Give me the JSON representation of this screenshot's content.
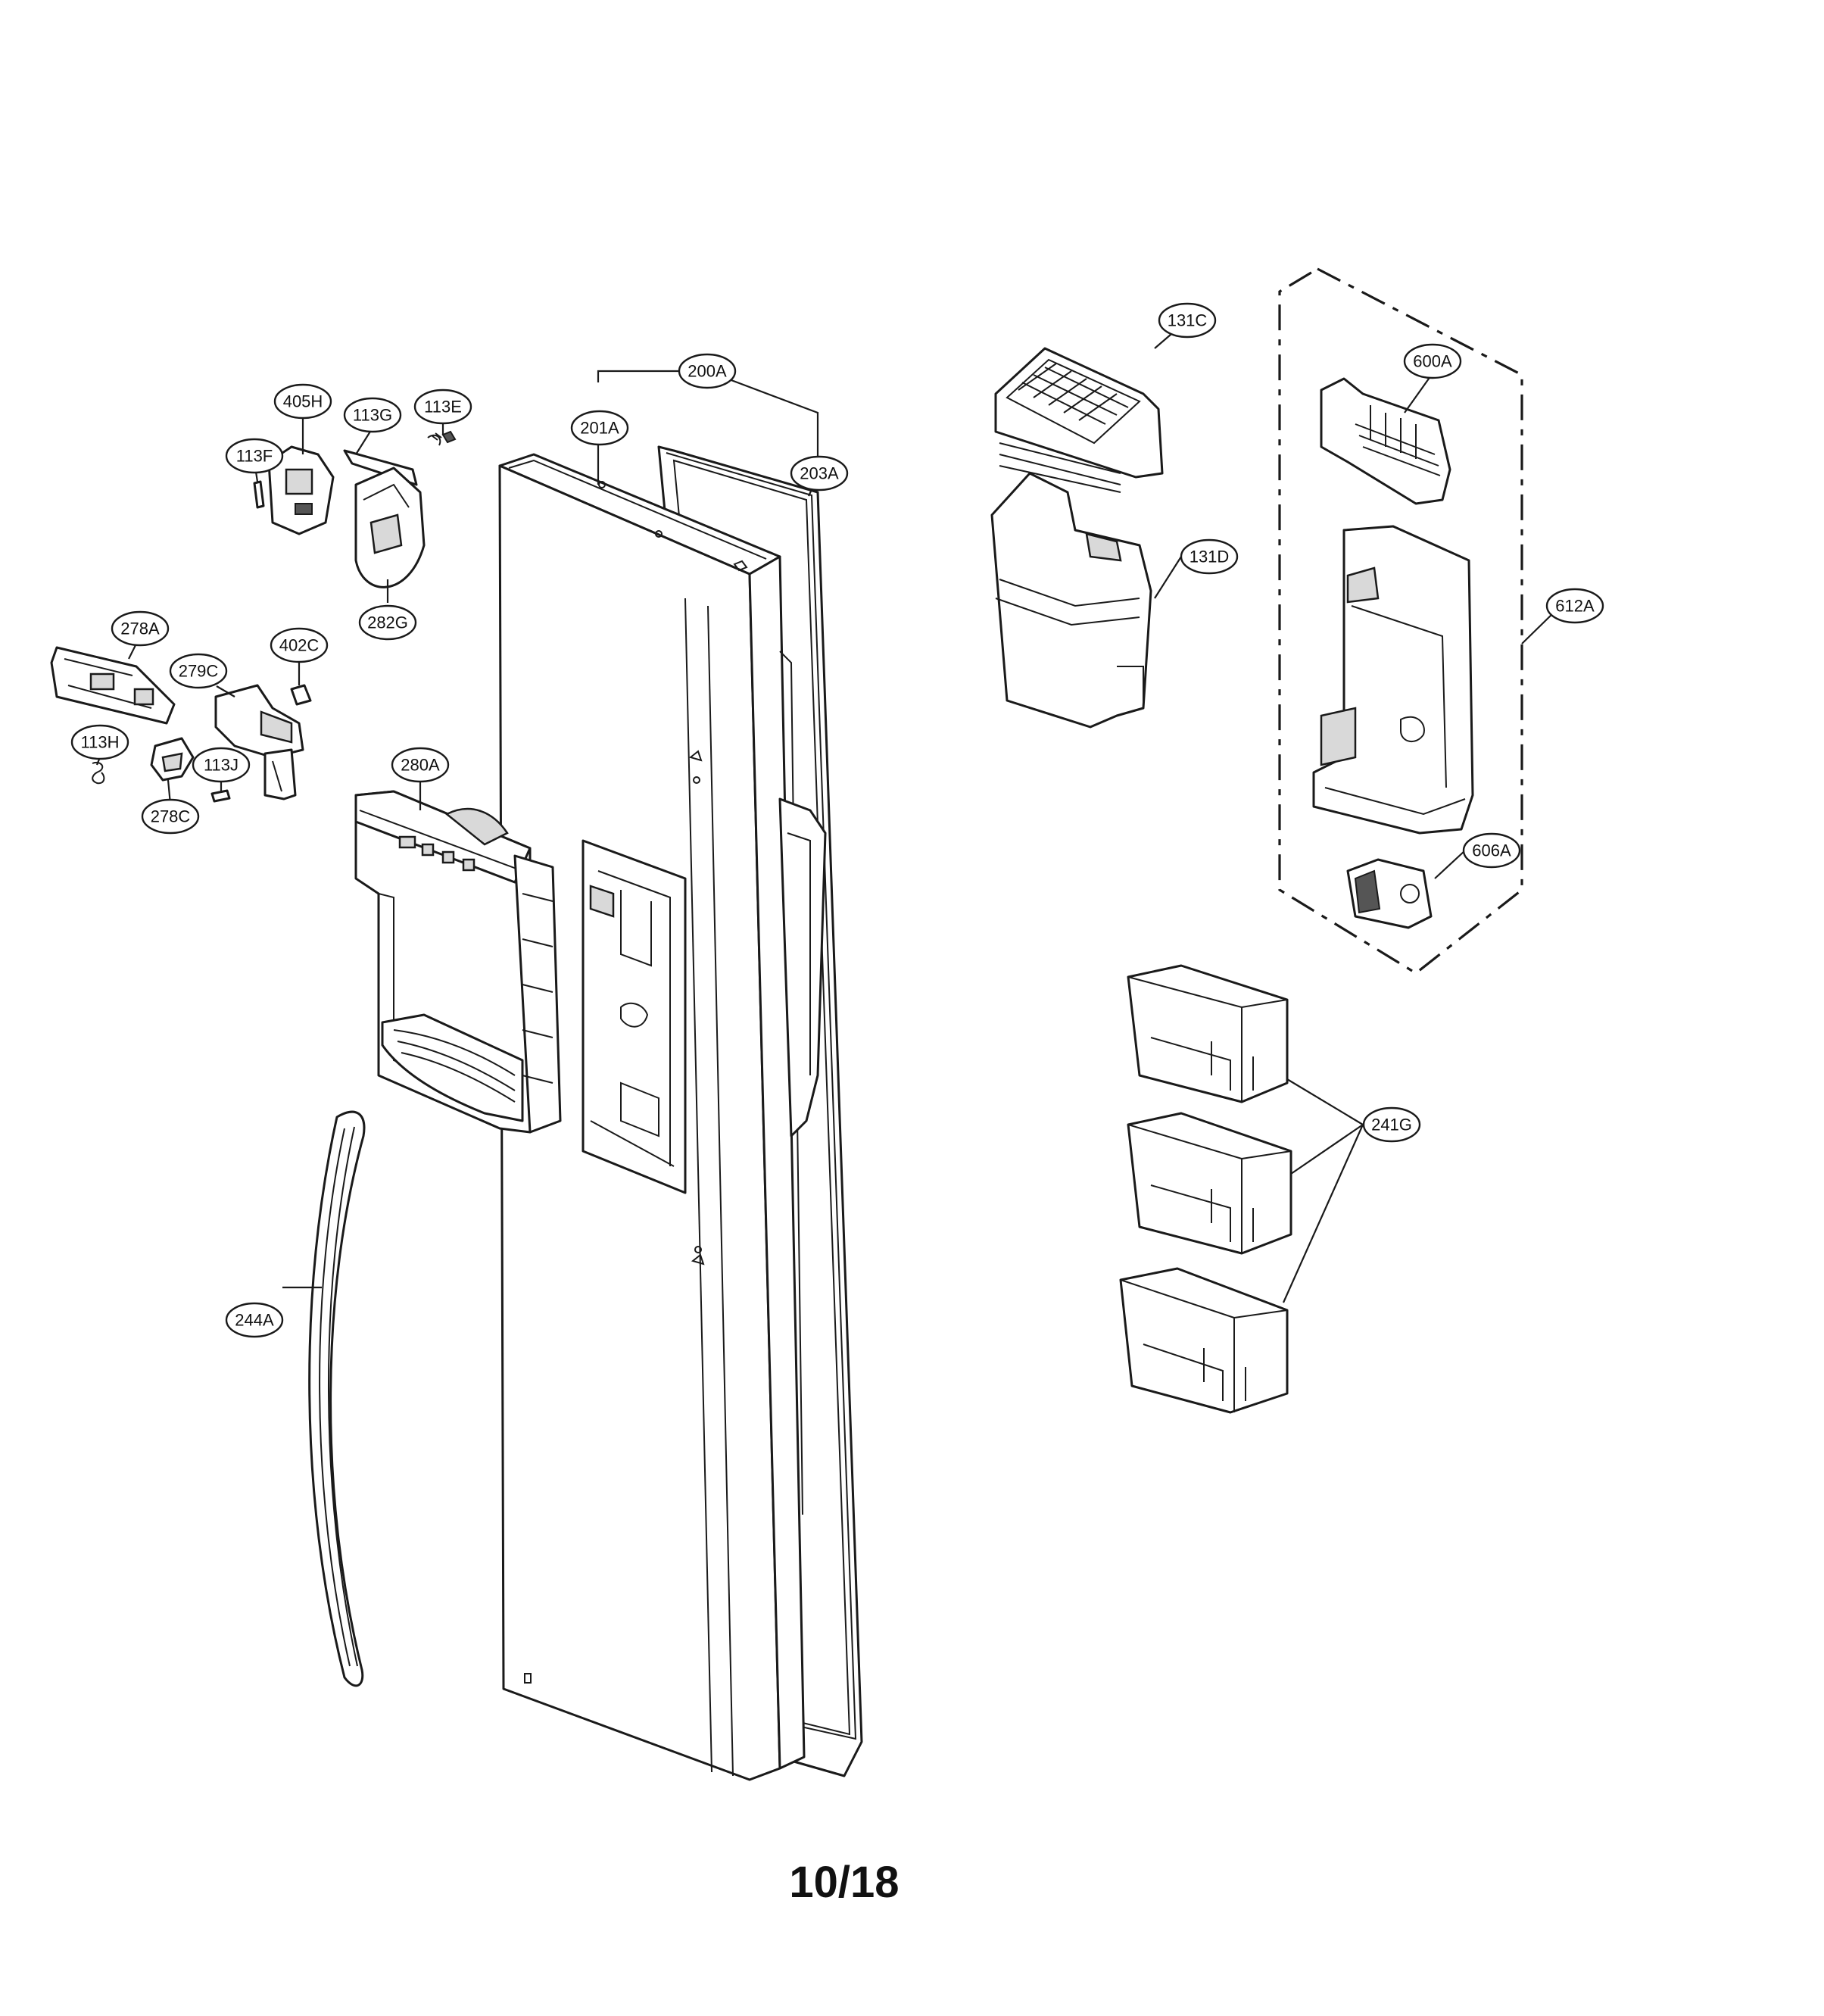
{
  "callouts": {
    "c131C": "131C",
    "c131D": "131D",
    "c600A": "600A",
    "c612A": "612A",
    "c606A": "606A",
    "c241G": "241G",
    "c200A": "200A",
    "c201A": "201A",
    "c203A": "203A",
    "c405H": "405H",
    "c113G": "113G",
    "c113E": "113E",
    "c113F": "113F",
    "c282G": "282G",
    "c278A": "278A",
    "c402C": "402C",
    "c279C": "279C",
    "c113H": "113H",
    "c113J": "113J",
    "c278C": "278C",
    "c280A": "280A",
    "c244A": "244A"
  },
  "page_number": "10/18"
}
